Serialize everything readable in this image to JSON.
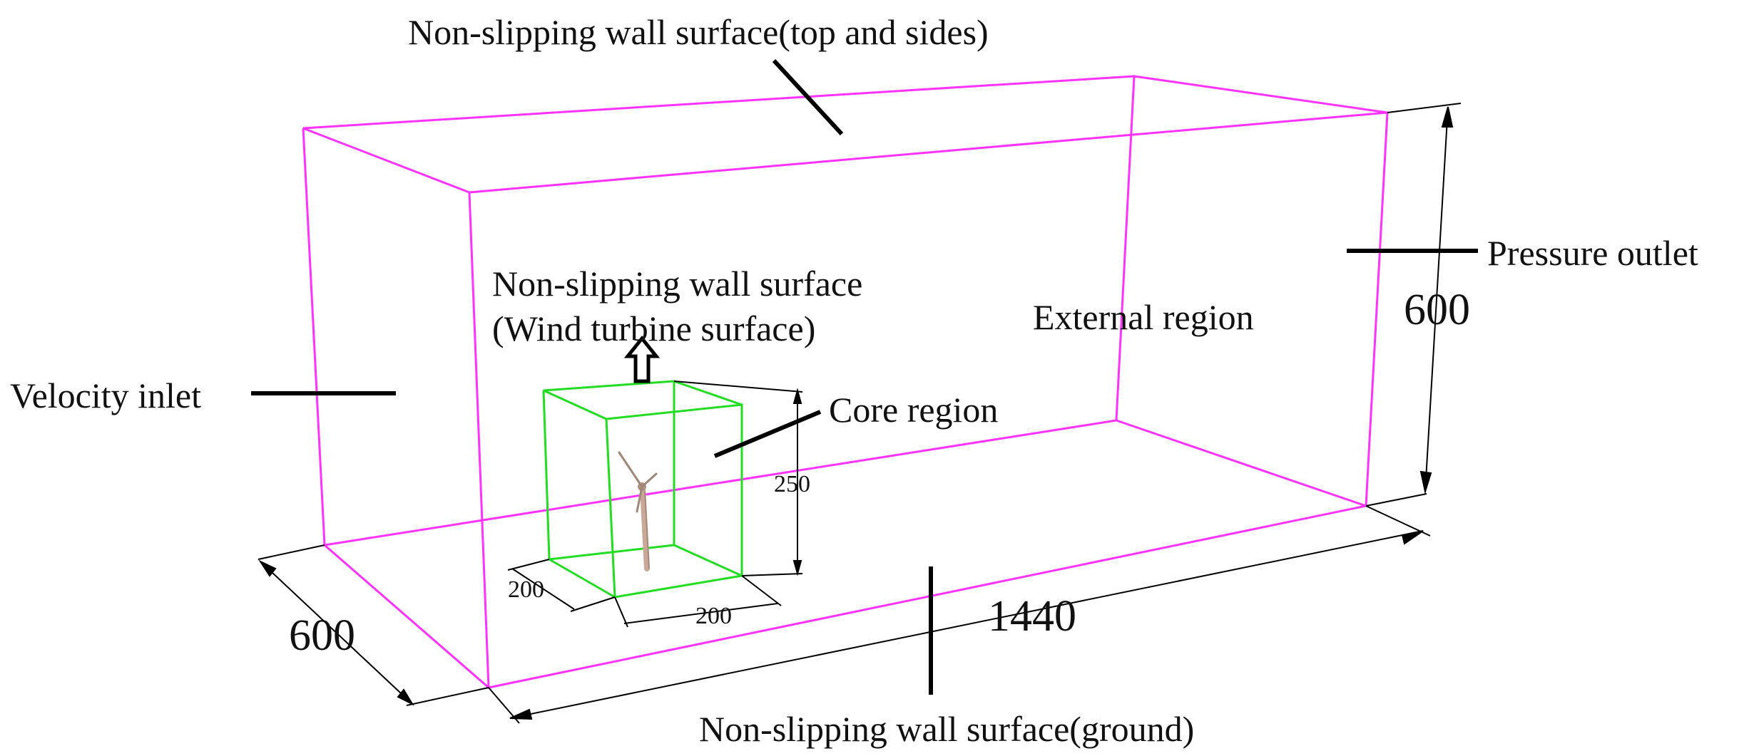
{
  "labels": {
    "top_wall": "Non-slipping wall surface(top and sides)",
    "turbine_wall_line1": "Non-slipping wall surface",
    "turbine_wall_line2": "(Wind turbine surface)",
    "pressure_outlet": "Pressure outlet",
    "external_region": "External region",
    "velocity_inlet": "Velocity inlet",
    "core_region": "Core region",
    "ground_wall": "Non-slipping wall surface(ground)"
  },
  "dimensions": {
    "domain_height": "600",
    "domain_width": "600",
    "domain_length": "1440",
    "core_height": "250",
    "core_width": "200",
    "core_length": "200"
  },
  "colors": {
    "outer_domain": "#ff33ff",
    "core_region": "#22dd22",
    "leader_lines": "#000000",
    "turbine": "#c8a898"
  }
}
